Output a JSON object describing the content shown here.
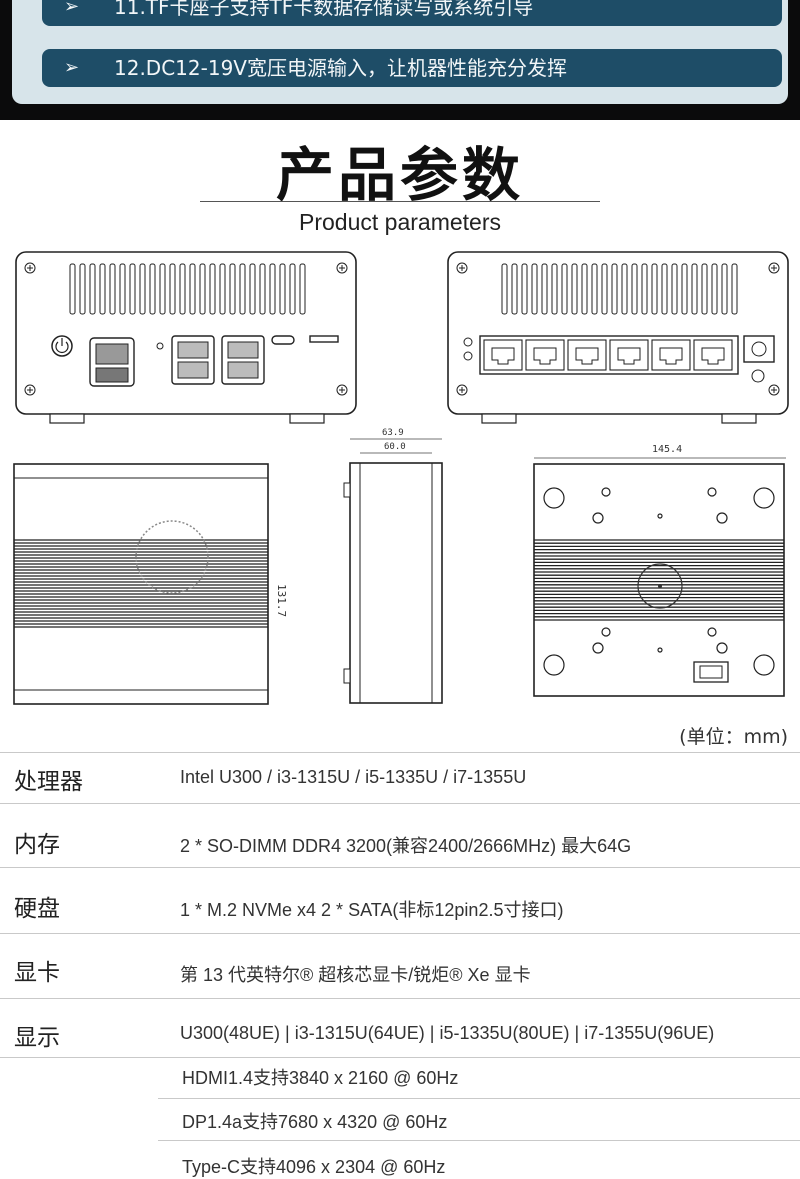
{
  "features": [
    {
      "marker": "➢",
      "text": "11.TF卡座子支持TF卡数据存储读写或系统引导"
    },
    {
      "marker": "➢",
      "text": "12.DC12-19V宽压电源输入，让机器性能充分发挥"
    }
  ],
  "heading": {
    "title_cn": "产品参数",
    "title_en": "Product parameters"
  },
  "dimensions": {
    "depth_outer": "63.9",
    "depth_inner": "60.0",
    "height": "131.7",
    "width": "145.4"
  },
  "unit_note": "(单位：mm)",
  "specs": [
    {
      "label": "处理器",
      "value": "Intel  U300 / i3-1315U / i5-1335U / i7-1355U"
    },
    {
      "label": "内存",
      "value": "2 * SO-DIMM DDR4 3200(兼容2400/2666MHz) 最大64G"
    },
    {
      "label": "硬盘",
      "value": "1 * M.2 NVMe x4   2 *  SATA(非标12pin2.5寸接口)"
    },
    {
      "label": "显卡",
      "value": "第 13 代英特尔® 超核芯显卡/锐炬® Xe 显卡"
    },
    {
      "label": "显示",
      "value": "U300(48UE) | i3-1315U(64UE) | i5-1335U(80UE) | i7-1355U(96UE)"
    }
  ],
  "display_outputs": [
    "HDMI1.4支持3840 x 2160 @ 60Hz",
    "DP1.4a支持7680 x 4320 @ 60Hz",
    "Type-C支持4096 x 2304 @ 60Hz"
  ],
  "colors": {
    "banner_bg": "#0b0b0c",
    "banner_panel": "#d7e4ea",
    "feature_bar": "#1e4d67"
  }
}
